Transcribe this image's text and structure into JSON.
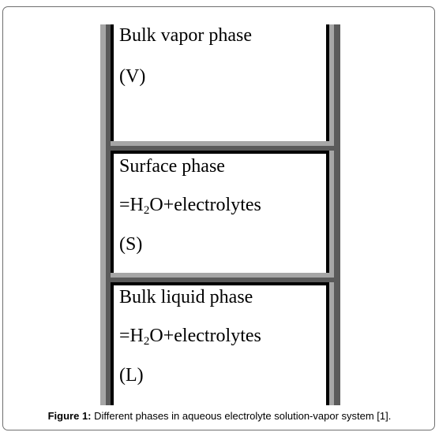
{
  "diagram": {
    "phases": [
      {
        "id": "vapor",
        "line1": "Bulk vapor phase",
        "line2": "(V)"
      },
      {
        "id": "surface",
        "line1": "Surface phase",
        "formula_pre": "=H",
        "formula_sub": "2",
        "formula_post": "O+electrolytes",
        "line3": "(S)"
      },
      {
        "id": "liquid",
        "line1": "Bulk liquid phase",
        "formula_pre": "=H",
        "formula_sub": "2",
        "formula_post": "O+electrolytes",
        "line3": "(L)"
      }
    ],
    "colors": {
      "light_gray": "#a6a6a6",
      "dark_gray": "#5a5a5a",
      "black": "#000000",
      "frame": "#6f6f6f"
    }
  },
  "caption": {
    "label": "Figure 1:",
    "text": " Different phases in aqueous electrolyte solution-vapor system [1]."
  }
}
